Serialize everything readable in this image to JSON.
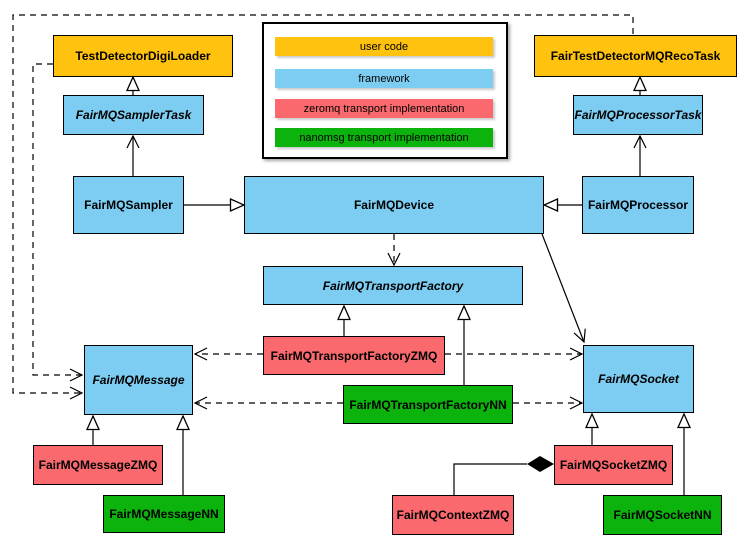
{
  "diagram_type": "uml-class-diagram",
  "colors": {
    "user_code": "#ffc20e",
    "framework": "#7dcdf2",
    "zeromq_impl": "#f9696d",
    "nanomsg_impl": "#0db30d",
    "line": "#000000",
    "background": "#ffffff"
  },
  "legend": {
    "items": [
      {
        "label": "user code",
        "color": "#ffc20e"
      },
      {
        "label": "framework",
        "color": "#7dcdf2"
      },
      {
        "label": "zeromq transport implementation",
        "color": "#f9696d"
      },
      {
        "label": "nanomsg transport implementation",
        "color": "#0db30d"
      }
    ]
  },
  "nodes": {
    "testDetectorDigiLoader": "TestDetectorDigiLoader",
    "fairTestDetectorMQRecoTask": "FairTestDetectorMQRecoTask",
    "fairMQSamplerTask": "FairMQSamplerTask",
    "fairMQProcessorTask": "FairMQProcessorTask",
    "fairMQSampler": "FairMQSampler",
    "fairMQDevice": "FairMQDevice",
    "fairMQProcessor": "FairMQProcessor",
    "fairMQTransportFactory": "FairMQTransportFactory",
    "fairMQTransportFactoryZMQ": "FairMQTransportFactoryZMQ",
    "fairMQTransportFactoryNN": "FairMQTransportFactoryNN",
    "fairMQMessage": "FairMQMessage",
    "fairMQSocket": "FairMQSocket",
    "fairMQMessageZMQ": "FairMQMessageZMQ",
    "fairMQMessageNN": "FairMQMessageNN",
    "fairMQContextZMQ": "FairMQContextZMQ",
    "fairMQSocketZMQ": "FairMQSocketZMQ",
    "fairMQSocketNN": "FairMQSocketNN"
  }
}
